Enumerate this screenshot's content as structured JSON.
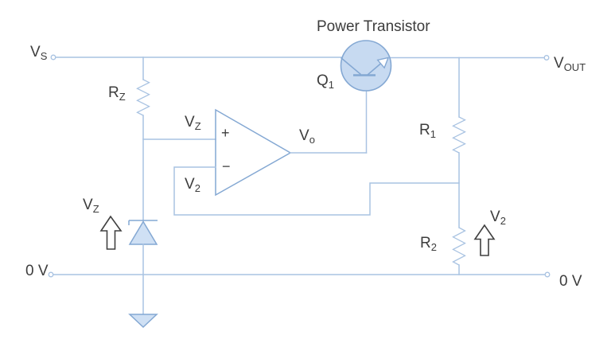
{
  "diagram_type": "analog-voltage-regulator-circuit",
  "labels": {
    "vs": {
      "main": "V",
      "sub": "S"
    },
    "vout": {
      "main": "V",
      "sub": "OUT"
    },
    "rz": {
      "main": "R",
      "sub": "Z"
    },
    "r1": {
      "main": "R",
      "sub": "1"
    },
    "r2": {
      "main": "R",
      "sub": "2"
    },
    "q1": {
      "main": "Q",
      "sub": "1"
    },
    "vo": {
      "main": "V",
      "sub": "o"
    },
    "vz_plus_input": {
      "main": "V",
      "sub": "Z"
    },
    "v2_minus_input": {
      "main": "V",
      "sub": "2"
    },
    "vz_zener": {
      "main": "V",
      "sub": "Z"
    },
    "v2_r2": {
      "main": "V",
      "sub": "2"
    },
    "power_transistor": "Power Transistor",
    "zero_v_left": "0 V",
    "zero_v_right": "0 V",
    "opamp_plus": "+",
    "opamp_minus": "−"
  },
  "icons": {
    "vz_arrow": "hollow-up-arrow",
    "v2_arrow": "hollow-up-arrow",
    "ground": "earth-ground-triangle",
    "terminal": "open-circle-terminal"
  },
  "colors": {
    "wire": "#a9c3e2",
    "component_stroke": "#84a8d3",
    "component_fill": "#cfe0f4",
    "transistor_fill": "#c7daf1",
    "arrow_stroke": "#404040",
    "text": "#3d3d3d",
    "background": "#ffffff"
  }
}
